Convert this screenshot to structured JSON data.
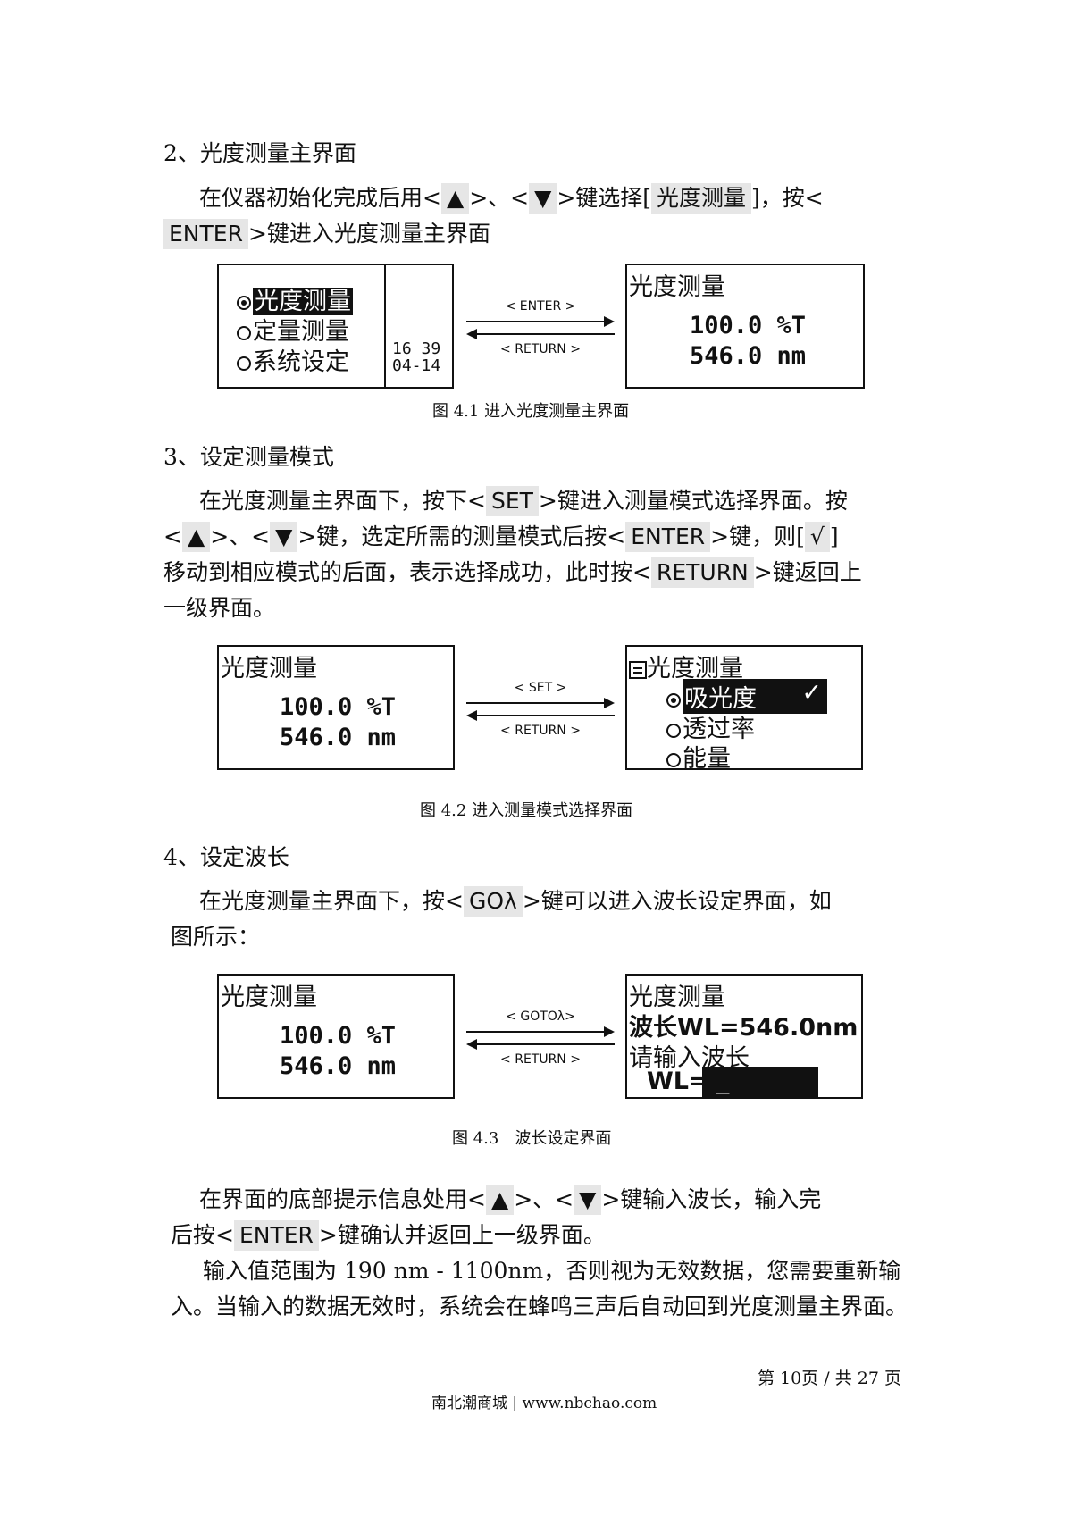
{
  "sections": {
    "s2": {
      "heading": "2、光度测量主界面",
      "p1_a": "在仪器初始化完成后用<",
      "p1_key_up": "▲",
      "p1_b": ">、<",
      "p1_key_down": "▼",
      "p1_c": ">键选择[",
      "p1_key_menu": "光度测量",
      "p1_d": "]，按<",
      "p1_key_enter": "ENTER",
      "p1_e": ">键进入光度测量主界面"
    },
    "fig1": {
      "menu": [
        "光度测量",
        "定量测量",
        "系统设定"
      ],
      "time": "16 39",
      "date": "04-14",
      "arrow_top": "< ENTER >",
      "arrow_bottom": "< RETURN >",
      "right_title": "光度测量",
      "right_line1": "100.0 %T",
      "right_line2": "546.0 nm",
      "caption": "图 4.1 进入光度测量主界面"
    },
    "s3": {
      "heading": "3、设定测量模式",
      "p_a": "在光度测量主界面下，按下<",
      "key_set": "SET",
      "p_b": ">键进入测量模式选择界面。按",
      "p_c": "<",
      "key_up": "▲",
      "p_d": ">、<",
      "key_down": "▼",
      "p_e": ">键，选定所需的测量模式后按<",
      "key_enter": "ENTER",
      "p_f": ">键，则[",
      "key_check": "√",
      "p_g": "]",
      "p_h": "移动到相应模式的后面，表示选择成功，此时按<",
      "key_return": "RETURN",
      "p_i": ">键返回上",
      "p_j": "一级界面。"
    },
    "fig2": {
      "left_title": "光度测量",
      "left_line1": "100.0 %T",
      "left_line2": "546.0 nm",
      "arrow_top": "< SET >",
      "arrow_bottom": "< RETURN >",
      "right_title": "光度测量",
      "modes": [
        "吸光度",
        "透过率",
        "能量"
      ],
      "check": "✓",
      "caption": "图 4.2 进入测量模式选择界面"
    },
    "s4": {
      "heading": "4、设定波长",
      "p_a": "在光度测量主界面下，按<",
      "key_go": "GOλ",
      "p_b": ">键可以进入波长设定界面，如",
      "p_c": "图所示："
    },
    "fig3": {
      "left_title": "光度测量",
      "left_line1": "100.0 %T",
      "left_line2": "546.0 nm",
      "arrow_top": "< GOTOλ>",
      "arrow_bottom": "< RETURN >",
      "right_title": "光度测量",
      "right_line1": "波长WL=546.0nm",
      "right_line2": "请输入波长",
      "wl_label": "WL=",
      "cursor": "_",
      "caption": "图 4.3　波长设定界面"
    },
    "s5": {
      "p1_a": "在界面的底部提示信息处用<",
      "key_up": "▲",
      "p1_b": ">、<",
      "key_down": "▼",
      "p1_c": ">键输入波长，输入完",
      "p1_d": "后按<",
      "key_enter": "ENTER",
      "p1_e": ">键确认并返回上一级界面。",
      "p2": "输入值范围为 190 nm - 1100nm，否则视为无效数据，您需要重新输入。当输入的数据无效时，系统会在蜂鸣三声后自动回到光度测量主界面。"
    }
  },
  "footer": {
    "page": "第 10页 / 共 27 页",
    "site": "南北潮商城 | www.nbchao.com"
  },
  "colors": {
    "key_bg": "#e6e6e6",
    "ink": "#111111"
  }
}
